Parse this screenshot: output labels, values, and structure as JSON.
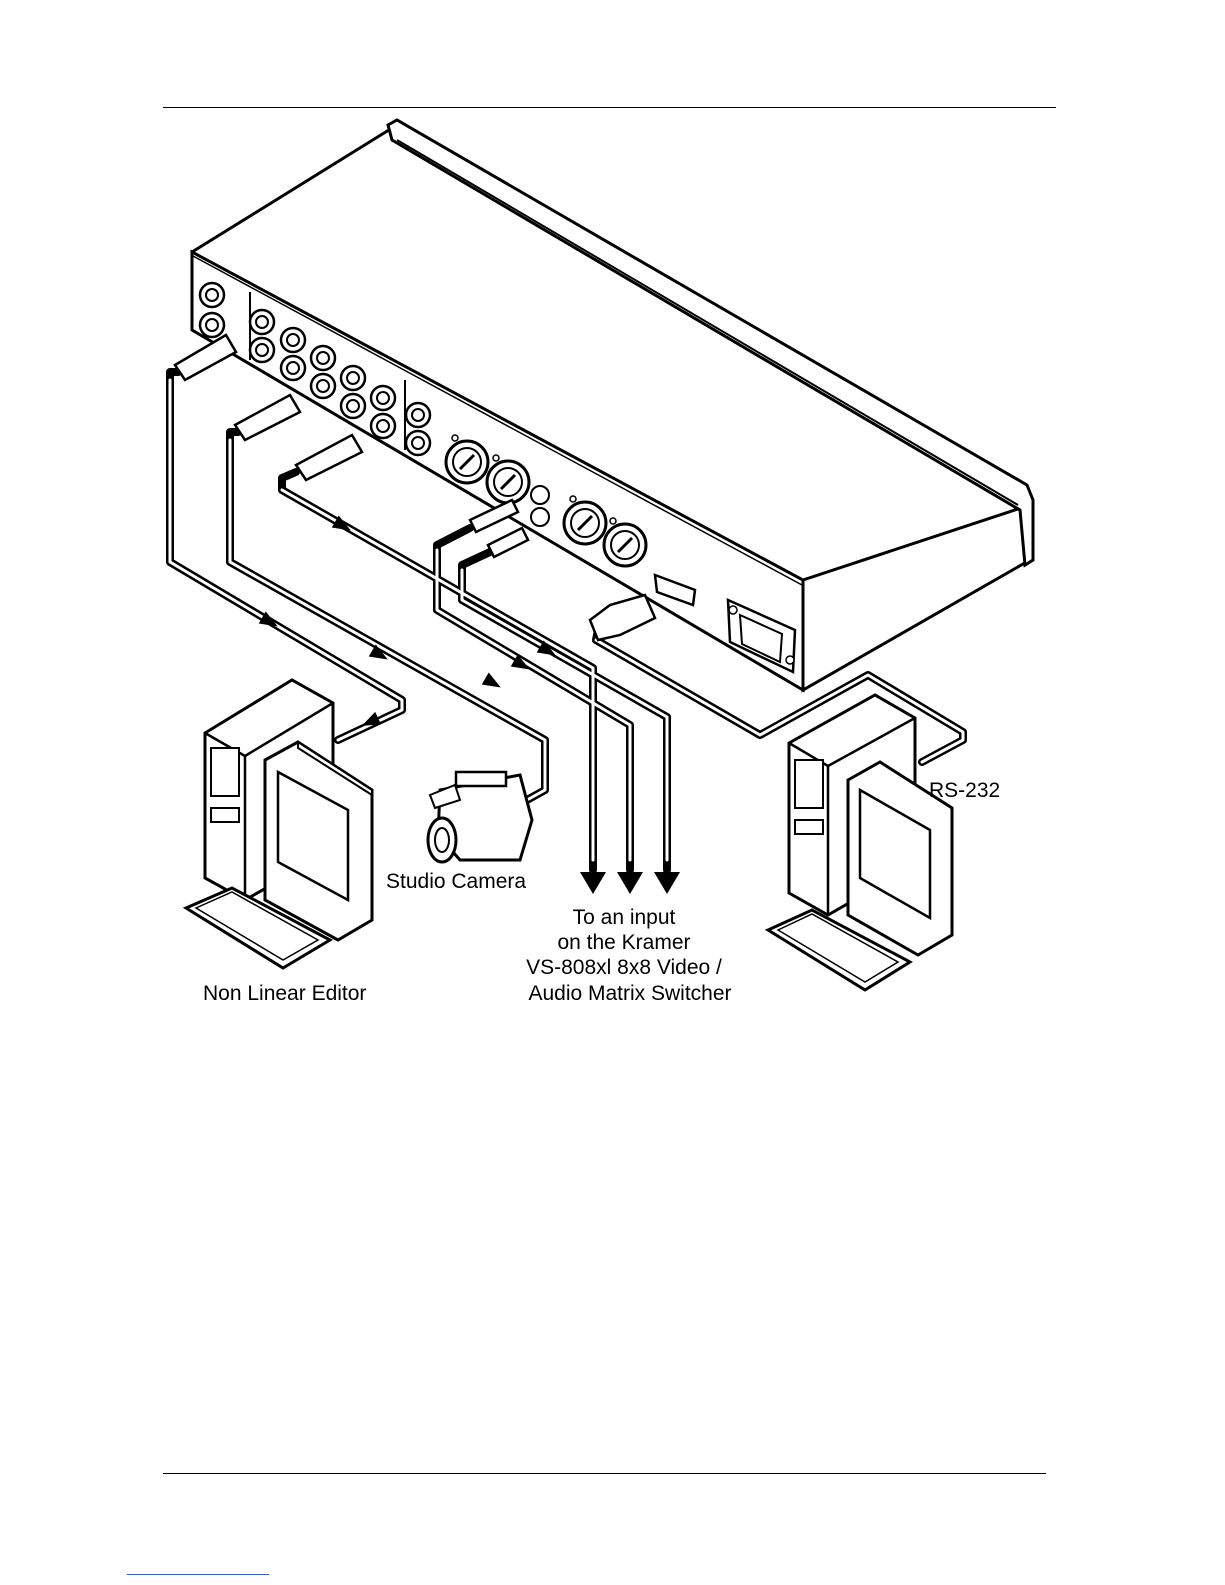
{
  "labels": {
    "studio_camera": "Studio Camera",
    "non_linear_editor": "Non Linear Editor",
    "rs232": "RS-232",
    "destination_line1": "To an input",
    "destination_line2": "on the Kramer",
    "destination_line3": "VS-808xl 8x8 Video /",
    "destination_line4": "Audio Matrix Switcher"
  },
  "colors": {
    "ink": "#000000",
    "paper": "#ffffff",
    "link": "#3a5fcd"
  }
}
